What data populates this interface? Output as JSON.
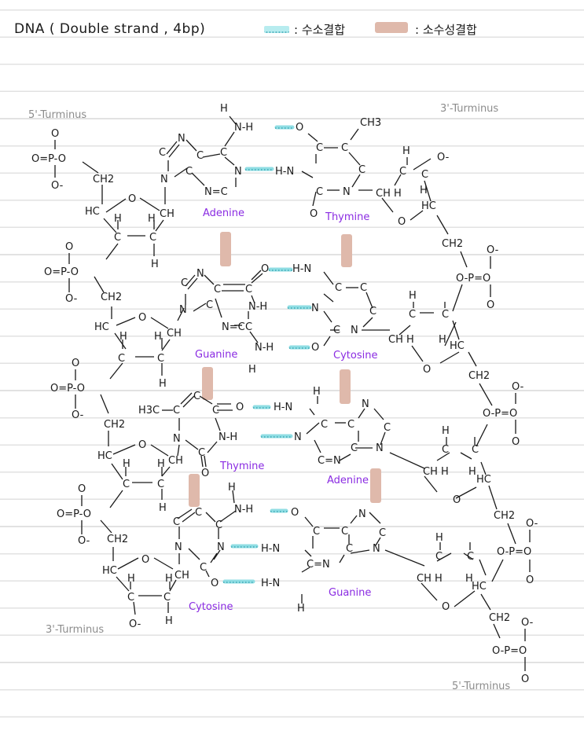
{
  "header": {
    "title": "DNA ( Double strand , 4bp)",
    "legend_hbond_label": ": 수소결합",
    "legend_hydrophobic_label": ": 소수성결합"
  },
  "terminus": {
    "top_left": "5'-Turminus",
    "top_right": "3'-Turminus",
    "bottom_left": "3'-Turminus",
    "bottom_right": "5'-Turminus"
  },
  "base_labels": {
    "bp1_left": "Adenine",
    "bp1_right": "Thymine",
    "bp2_left": "Guanine",
    "bp2_right": "Cytosine",
    "bp3_left": "Thymine",
    "bp3_right": "Adenine",
    "bp4_left": "Cytosine",
    "bp4_right": "Guanine"
  },
  "atoms": {
    "H": "H",
    "N": "N",
    "O": "O",
    "C": "C",
    "P": "P",
    "CH": "CH",
    "HC": "HC",
    "CH2": "CH2",
    "CH3": "CH3",
    "H3C": "H3C",
    "N-H": "N-H",
    "H-N": "H-N",
    "C=N": "C=N",
    "N=C": "N=C",
    "O=P-O": "O=P-O",
    "O-P=O": "O-P=O",
    "O-": "O-",
    "CH H": "CH H",
    "O=C": "O=C"
  },
  "colors": {
    "hydrogen_bond": "#8fdde3",
    "hydrophobic_bond": "#dfb9ab",
    "base_label": "#8a2be2",
    "terminus": "#8c8c8c"
  }
}
